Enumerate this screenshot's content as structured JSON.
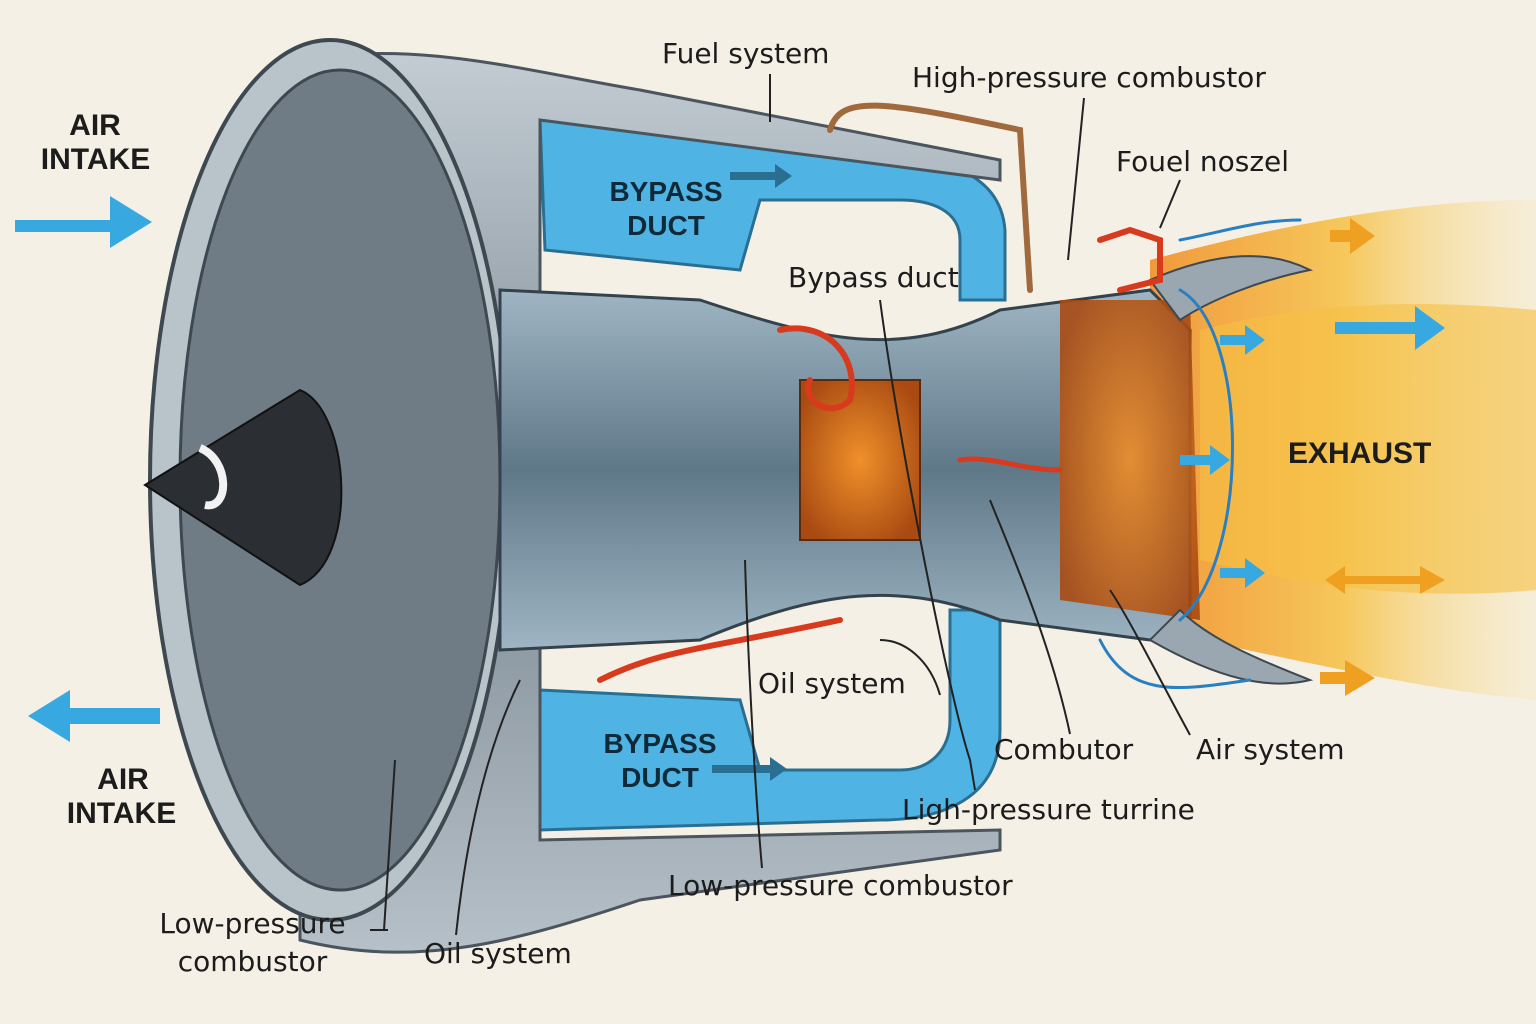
{
  "colors": {
    "background": "#f5f0e6",
    "bypass_blue": "#4fb3e3",
    "casing_gray": "#9aa7b0",
    "hot_orange": "#e27a2a",
    "exhaust_yellow": "#f6c042",
    "pipe_red": "#d83a1e",
    "arrow_blue": "#38a8e0",
    "arrow_orange": "#f0a020"
  },
  "icons": {
    "intake_arrow": "right-arrow-icon",
    "outflow_arrow": "left-arrow-icon",
    "exhaust_arrow": "right-arrow-icon",
    "exhaust_double_arrow": "double-arrow-icon"
  },
  "labels": {
    "air_intake_top_1": "AIR",
    "air_intake_top_2": "INTAKE",
    "air_intake_bottom_1": "AIR",
    "air_intake_bottom_2": "INTAKE",
    "bypass_duct_top_1": "BYPASS",
    "bypass_duct_top_2": "DUCT",
    "bypass_duct_bottom_1": "BYPASS",
    "bypass_duct_bottom_2": "DUCT",
    "exhaust": "EXHAUST",
    "fuel_system": "Fuel  system",
    "high_pressure_combustor": "High-pressure combustor",
    "fouel_noszel": "Fouel noszel",
    "bypass_duct_center": "Bypass duct",
    "oil_system_center": "Oil system",
    "combutor": "Combutor",
    "air_system": "Air system",
    "ligh_pressure_turrine": "Ligh-pressure turrine",
    "low_pressure_combustor_center": "Low-pressure combustor",
    "low_pressure_combustor_left_1": "Low-pressure",
    "low_pressure_combustor_left_2": "combustor",
    "oil_system_bottom": "Oil  system"
  }
}
